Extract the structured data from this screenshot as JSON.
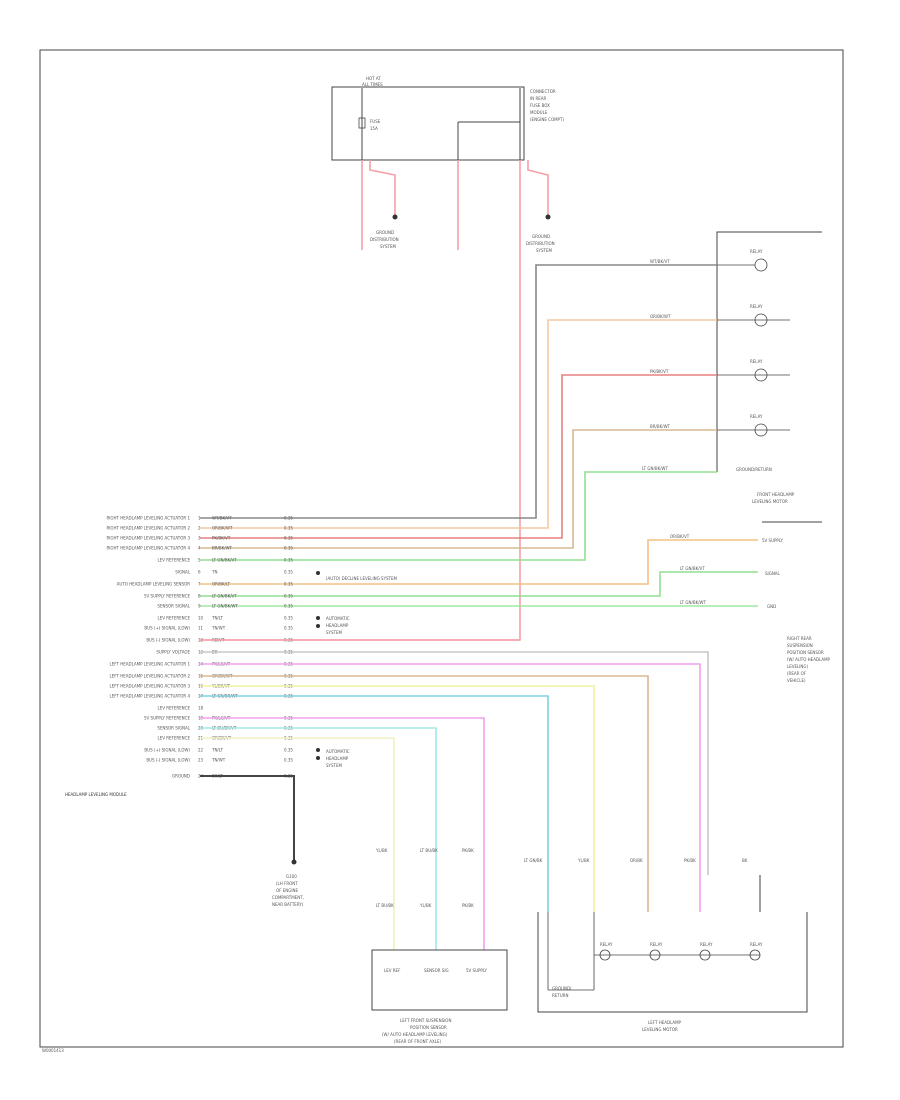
{
  "diagram": {
    "footer_code": "W0001413",
    "fuse_box": {
      "title_line1": "HOT AT",
      "title_line2": "ALL TIMES",
      "fuse_line1": "FUSE",
      "fuse_line2": "15A",
      "name": [
        "CONNECTOR",
        "IN REAR",
        "FUSE BOX",
        "MODULE",
        "(ENGINE COMPT)"
      ]
    },
    "ground_dist_left": [
      "GROUND",
      "DISTRIBUTION",
      "SYSTEM"
    ],
    "ground_dist_right": [
      "GROUND",
      "DISTRIBUTION",
      "SYSTEM"
    ],
    "right_headlamp": {
      "name": [
        "FRONT HEADLAMP",
        "LEVELING MOTOR"
      ],
      "motor_labels": [
        "RELAY",
        "RELAY",
        "RELAY",
        "RELAY"
      ],
      "wire_labels": [
        "WT/BK/VT",
        "OR/BK/WT",
        "PK/BK/VT",
        "BR/BK/WT",
        "LT GN/BK/WT"
      ],
      "ground_label": "GROUND/RETURN"
    },
    "right_sensor": {
      "name": [
        "RIGHT REAR",
        "SUSPENSION",
        "POSITION SENSOR",
        "(W/ AUTO HEADLAMP",
        "LEVELING)",
        "(REAR OF",
        "VEHICLE)"
      ],
      "pins": [
        "5V SUPPLY",
        "SIGNAL",
        "GND"
      ],
      "wire_labels": [
        "OR/BK/VT",
        "LT GN/BK/VT",
        "LT GN/BK/WT"
      ]
    },
    "module": {
      "title": "HEADLAMP LEVELING MODULE",
      "note_air_suspension": "(AUTO) DECLINE LEVELING SYSTEM",
      "note_auto_lamps_1": [
        "AUTOMATIC",
        "HEADLAMP",
        "SYSTEM"
      ],
      "note_auto_lamps_2": [
        "AUTOMATIC",
        "HEADLAMP",
        "SYSTEM"
      ],
      "ground_label": [
        "G100",
        "(LH FRONT",
        "OF ENGINE",
        "COMPARTMENT,",
        "NEAR BATTERY)"
      ],
      "pins": [
        {
          "name": "RIGHT HEADLAMP LEVELING ACTUATOR 1",
          "pin": "1",
          "wire": "WT/BK/VT",
          "size": "0.35"
        },
        {
          "name": "RIGHT HEADLAMP LEVELING ACTUATOR 2",
          "pin": "2",
          "wire": "OR/BK/WT",
          "size": "0.35"
        },
        {
          "name": "RIGHT HEADLAMP LEVELING ACTUATOR 3",
          "pin": "3",
          "wire": "PK/BK/VT",
          "size": "0.35"
        },
        {
          "name": "RIGHT HEADLAMP LEVELING ACTUATOR 4",
          "pin": "4",
          "wire": "BR/BK/WT",
          "size": "0.35"
        },
        {
          "name": "LEV REFERENCE",
          "pin": "5",
          "wire": "LT GN/BK/VT",
          "size": "0.35"
        },
        {
          "name": "SIGNAL",
          "pin": "6",
          "wire": "TN",
          "size": "0.35"
        },
        {
          "name": "AUTO HEADLAMP LEVELING SENSOR",
          "pin": "7",
          "wire": "OR/BK/LT",
          "size": "0.35"
        },
        {
          "name": "5V SUPPLY REFERENCE",
          "pin": "8",
          "wire": "LT GN/BK/VT",
          "size": "0.35"
        },
        {
          "name": "SENSOR SIGNAL",
          "pin": "9",
          "wire": "LT GN/BK/WT",
          "size": "0.35"
        },
        {
          "name": "LEV REFERENCE",
          "pin": "10",
          "wire": "TN/LT",
          "size": "0.35"
        },
        {
          "name": "BUS (+) SIGNAL (LOW)",
          "pin": "11",
          "wire": "TN/WT",
          "size": "0.35"
        },
        {
          "name": "BUS (-) SIGNAL (LOW)",
          "pin": "12",
          "wire": "RD/VT",
          "size": "0.35"
        },
        {
          "name": "SUPPLY VOLTAGE",
          "pin": "13",
          "wire": "BK",
          "size": "0.35"
        },
        {
          "name": "LEFT HEADLAMP LEVELING ACTUATOR 1",
          "pin": "14",
          "wire": "PK/LG/VT",
          "size": "0.35"
        },
        {
          "name": "LEFT HEADLAMP LEVELING ACTUATOR 2",
          "pin": "15",
          "wire": "OR/BK/WT",
          "size": "0.35"
        },
        {
          "name": "LEFT HEADLAMP LEVELING ACTUATOR 3",
          "pin": "16",
          "wire": "YL/BK/VT",
          "size": "0.35"
        },
        {
          "name": "LEFT HEADLAMP LEVELING ACTUATOR 4",
          "pin": "17",
          "wire": "LT GN/BK/WT",
          "size": "0.35"
        },
        {
          "name": "LEV REFERENCE",
          "pin": "18",
          "wire": "",
          "size": ""
        },
        {
          "name": "5V SUPPLY REFERENCE",
          "pin": "19",
          "wire": "PK/LG/VT",
          "size": "0.35"
        },
        {
          "name": "SENSOR SIGNAL",
          "pin": "20",
          "wire": "LT BU/BK/VT",
          "size": "0.35"
        },
        {
          "name": "LEV REFERENCE",
          "pin": "21",
          "wire": "OR/BK/VT",
          "size": "0.35"
        },
        {
          "name": "BUS (+) SIGNAL (LOW)",
          "pin": "22",
          "wire": "TN/LT",
          "size": "0.35"
        },
        {
          "name": "BUS (-) SIGNAL (LOW)",
          "pin": "23",
          "wire": "TN/WT",
          "size": "0.35"
        },
        {
          "name": "GROUND",
          "pin": "24",
          "wire": "BK/LT",
          "size": "0.35"
        }
      ]
    },
    "left_sensor": {
      "name": [
        "LEFT FRONT SUSPENSION",
        "POSITION SENSOR",
        "(W/ AUTO HEADLAMP LEVELING)",
        "(REAR OF FRONT AXLE)"
      ],
      "pins": [
        "LEV REF",
        "SENSOR SIG",
        "5V SUPPLY"
      ],
      "wire_top": [
        "YL/BK",
        "LT BU/BK",
        "PK/BK"
      ],
      "wire_mid": [
        "LT BU/BK",
        "YL/BK",
        "PK/BK"
      ]
    },
    "left_headlamp": {
      "name": [
        "LEFT HEADLAMP",
        "LEVELING MOTOR"
      ],
      "motor_labels": [
        "RELAY",
        "RELAY",
        "RELAY",
        "RELAY"
      ],
      "wire_labels": [
        "LT GN/BK",
        "YL/BK",
        "OR/BK",
        "PK/BK",
        "BK"
      ],
      "ground_label": [
        "GROUND/",
        "RETURN"
      ]
    }
  }
}
